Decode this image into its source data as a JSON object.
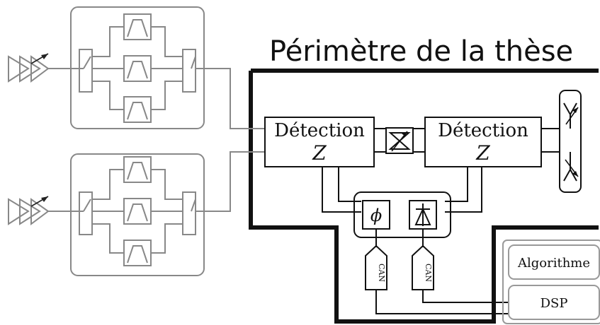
{
  "title": "Périmètre de la thèse",
  "blocks": {
    "detection_left": {
      "line1": "Détection",
      "line2": "Z"
    },
    "detection_right": {
      "line1": "Détection",
      "line2": "Z"
    },
    "phase_symbol": "ϕ",
    "adc_left": "CAN",
    "adc_right": "CAN",
    "algorithm": "Algorithme",
    "dsp": "DSP"
  },
  "icons": {
    "antenna": "antenna-icon",
    "filter": "bandpass-filter-icon",
    "switch": "switch-icon",
    "tunable": "tunable-matching-icon",
    "detector": "diode-detector-icon",
    "amplifier": "amplifier-icon"
  },
  "colors": {
    "perimeter": "#111111",
    "front_end": "#888888"
  }
}
